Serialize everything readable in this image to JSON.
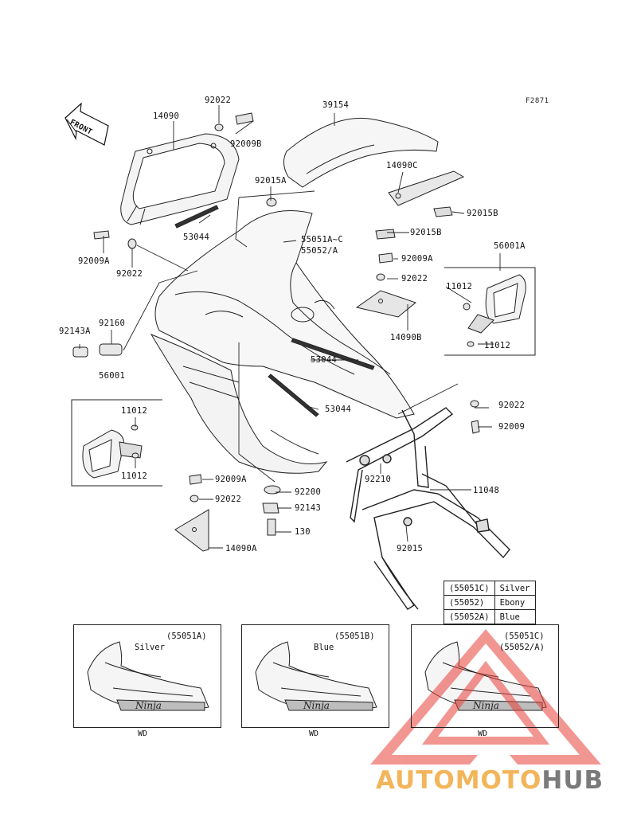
{
  "figure_code": "F2871",
  "front_label": "FRONT",
  "part_labels": {
    "p14090": "14090",
    "p92022_top": "92022",
    "p92009B": "92009B",
    "p39154": "39154",
    "p92015A": "92015A",
    "p14090C": "14090C",
    "p92015B_a": "92015B",
    "p92015B_b": "92015B",
    "p53044_a": "53044",
    "p55051": "55051A~C",
    "p55052": "55052/A",
    "p92009A_left": "92009A",
    "p92022_left": "92022",
    "p56001A": "56001A",
    "p92009A_right": "92009A",
    "p92022_right": "92022",
    "p11012_r1": "11012",
    "p11012_r2": "11012",
    "p14090B": "14090B",
    "p92143A": "92143A",
    "p92160": "92160",
    "p56001": "56001",
    "p53044_b": "53044",
    "p53044_c": "53044",
    "p11012_l1": "11012",
    "p11012_l2": "11012",
    "p92022_r3": "92022",
    "p92009": "92009",
    "p92210": "92210",
    "p11048": "11048",
    "p92009A_bottom": "92009A",
    "p92200": "92200",
    "p92022_bottom": "92022",
    "p92143": "92143",
    "p130": "130",
    "p14090A": "14090A",
    "p92015": "92015"
  },
  "color_table": [
    {
      "code": "(55051C)",
      "color": "Silver"
    },
    {
      "code": "(55052)",
      "color": "Ebony"
    },
    {
      "code": "(55052A)",
      "color": "Blue"
    }
  ],
  "insets": [
    {
      "code": "(55051A)",
      "color": "Silver",
      "note": "WD"
    },
    {
      "code": "(55051B)",
      "color": "Blue",
      "note": "WD"
    },
    {
      "code": "(55051C)",
      "code2": "(55052/A)",
      "note": "WD"
    }
  ],
  "watermark": {
    "part1": "AUTOMOTO",
    "part2": "HUB"
  },
  "colors": {
    "line": "#222222",
    "watermark_red": "#e9413a",
    "watermark_orange": "#f3b55a",
    "watermark_gray": "#7a7a7a"
  }
}
